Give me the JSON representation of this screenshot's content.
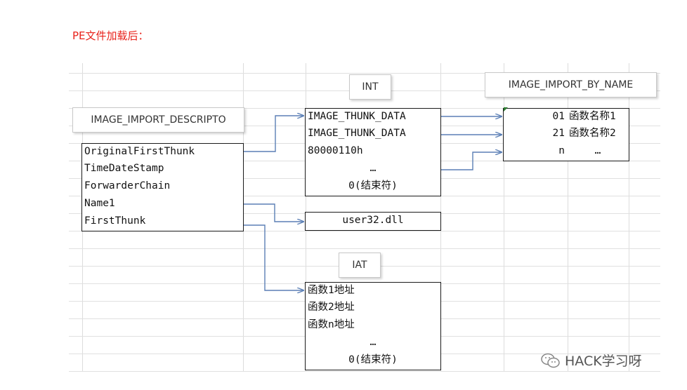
{
  "title": "PE文件加载后：",
  "labels": {
    "descriptor": "IMAGE_IMPORT_DESCRIPTO",
    "int": "INT",
    "by_name": "IMAGE_IMPORT_BY_NAME",
    "iat": "IAT"
  },
  "descriptor_fields": [
    "OriginalFirstThunk",
    "TimeDateStamp",
    "ForwarderChain",
    "Name1",
    "FirstThunk"
  ],
  "int_rows": [
    "IMAGE_THUNK_DATA",
    "IMAGE_THUNK_DATA",
    "80000110h",
    "…",
    "0(结束符)"
  ],
  "dll_name": "user32.dll",
  "by_name_rows": [
    {
      "hint": "01",
      "name": "函数名称1"
    },
    {
      "hint": "21",
      "name": "函数名称2"
    },
    {
      "hint": "n",
      "name": "…"
    }
  ],
  "iat_rows": [
    "函数1地址",
    "函数2地址",
    "函数n地址",
    "…",
    "0(结束符)"
  ],
  "watermark": "HACK学习呀",
  "colors": {
    "title": "#e8231c",
    "arrow": "#5b7fb5",
    "border": "#1a1a1a"
  }
}
